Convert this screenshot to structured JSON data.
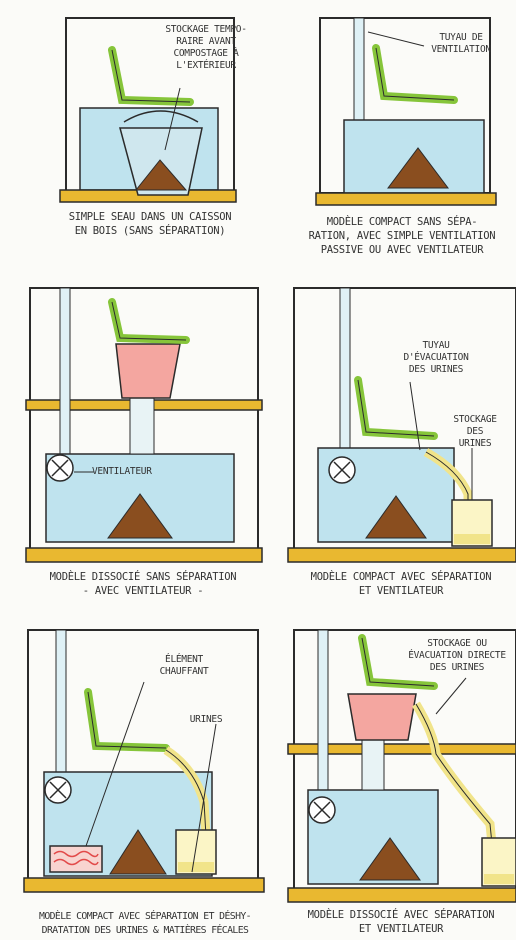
{
  "colors": {
    "water": "#bfe3ee",
    "wood": "#e9b830",
    "seat": "#86c53a",
    "pile": "#8a4e1f",
    "pipe": "#dff1f6",
    "urine": "#f1e48a",
    "bowl": "#f4a6a0",
    "heater": "#e24a4a",
    "ink": "#2b2b2b"
  },
  "panels": [
    {
      "caption_lines": [
        "SIMPLE SEAU DANS UN CAISSON",
        "EN BOIS (SANS SÉPARATION)"
      ],
      "notes": [
        {
          "lines": [
            "STOCKAGE TEMPO-",
            "RAIRE AVANT",
            "COMPOSTAGE À",
            "L'EXTÉRIEUR"
          ]
        }
      ]
    },
    {
      "caption_lines": [
        "MODÈLE COMPACT SANS SÉPA-",
        "RATION, AVEC SIMPLE VENTILATION",
        "PASSIVE OU AVEC VENTILATEUR"
      ],
      "notes": [
        {
          "lines": [
            "TUYAU DE",
            "VENTILATION"
          ]
        }
      ]
    },
    {
      "caption_lines": [
        "MODÈLE DISSOCIÉ SANS SÉPARATION",
        "- AVEC VENTILATEUR -"
      ],
      "notes": [
        {
          "lines": [
            "VENTILATEUR"
          ]
        }
      ]
    },
    {
      "caption_lines": [
        "MODÈLE COMPACT AVEC SÉPARATION",
        "ET VENTILATEUR"
      ],
      "notes": [
        {
          "lines": [
            "TUYAU",
            "D'ÉVACUATION",
            "DES URINES"
          ]
        },
        {
          "lines": [
            "STOCKAGE",
            "DES",
            "URINES"
          ]
        }
      ]
    },
    {
      "caption_lines": [
        "MODÈLE COMPACT AVEC SÉPARATION ET DÉSHY-",
        "DRATATION DES URINES & MATIÈRES FÉCALES"
      ],
      "notes": [
        {
          "lines": [
            "ÉLÉMENT",
            "CHAUFFANT"
          ]
        },
        {
          "lines": [
            "URINES"
          ]
        }
      ]
    },
    {
      "caption_lines": [
        "MODÈLE DISSOCIÉ AVEC SÉPARATION",
        "ET VENTILATEUR"
      ],
      "notes": [
        {
          "lines": [
            "STOCKAGE OU",
            "ÉVACUATION DIRECTE",
            "DES URINES"
          ]
        }
      ]
    }
  ]
}
